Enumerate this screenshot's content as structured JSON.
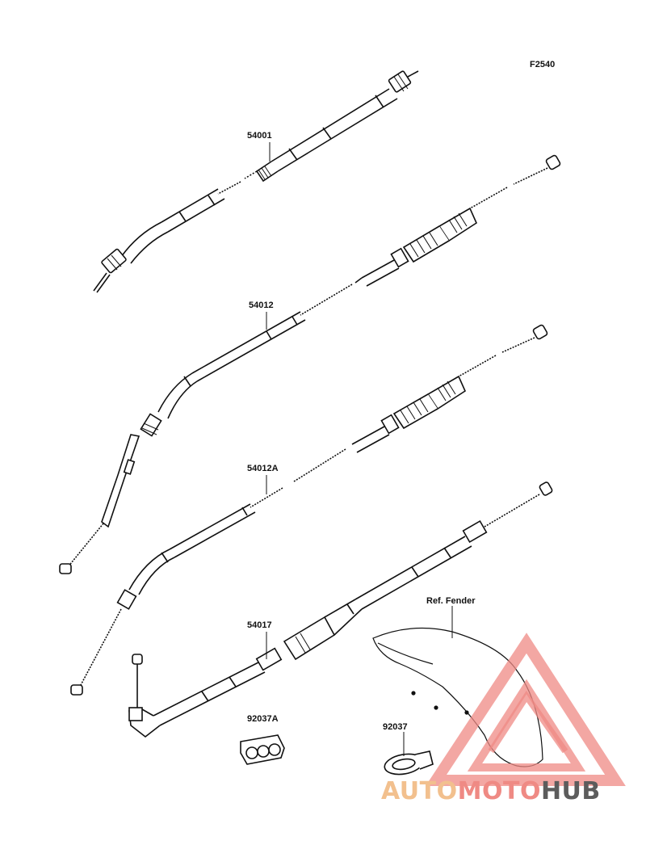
{
  "figure_code": "F2540",
  "labels": {
    "p54001": "54001",
    "p54012": "54012",
    "p54012A": "54012A",
    "p54017": "54017",
    "p92037A": "92037A",
    "p92037": "92037",
    "ref_fender": "Ref. Fender"
  },
  "watermark": {
    "part1": "AUTO",
    "part2": "MOTO",
    "part3": "HUB",
    "colors": {
      "auto": "#f2c08e",
      "moto": "#ef8a84",
      "hub": "#5c5c5c",
      "logo": "#ef8a84"
    }
  },
  "icons": {
    "logo": "triangle-logo-icon"
  }
}
